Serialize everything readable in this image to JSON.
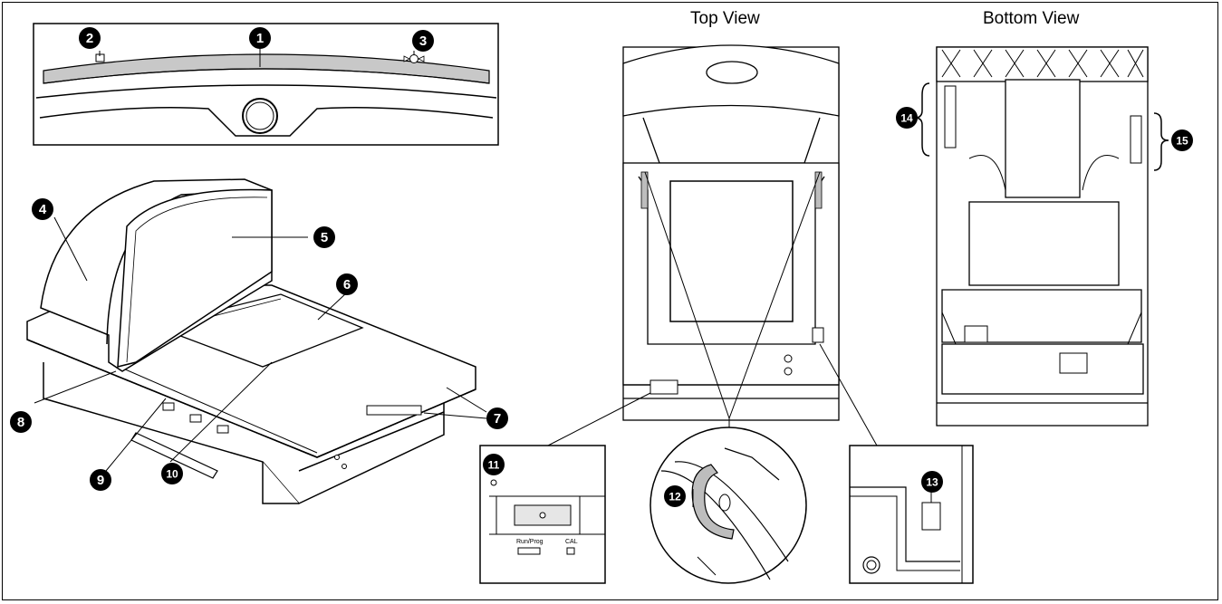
{
  "views": {
    "top_view_title": "Top View",
    "bottom_view_title": "Bottom View"
  },
  "callouts": [
    "1",
    "2",
    "3",
    "4",
    "5",
    "6",
    "7",
    "8",
    "9",
    "10",
    "11",
    "12",
    "13",
    "14",
    "15"
  ],
  "panel_labels": {
    "run_prog": "Run/Prog",
    "cal": "CAL"
  },
  "colors": {
    "line": "#000000",
    "glass_gray": "#c8c8c8",
    "bar_gray": "#bdbdbd",
    "callout_fill": "#000000",
    "callout_text": "#ffffff"
  }
}
